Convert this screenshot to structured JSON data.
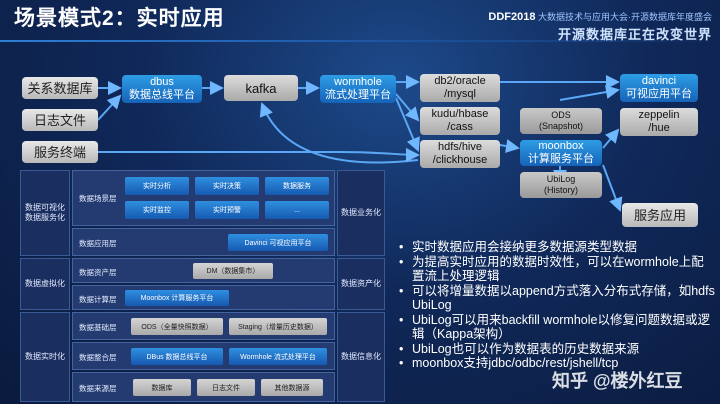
{
  "header": {
    "title": "场景模式2：实时应用",
    "logo_top": "DDF2018",
    "logo_top_detail": "大数据技术与应用大会·开源数据库年度盛会",
    "logo_sub": "开源数据库正在改变世界"
  },
  "sources": {
    "rdb": "关系数据库",
    "logs": "日志文件",
    "service": "服务终端"
  },
  "pipeline": {
    "dbus": "dbus\n数据总线平台",
    "kafka": "kafka",
    "wormhole": "wormhole\n流式处理平台",
    "db2": "db2/oracle\n/mysql",
    "kudu": "kudu/hbase\n/cass",
    "hdfs": "hdfs/hive\n/clickhouse",
    "ods": "ODS\n(Snapshot)",
    "moonbox": "moonbox\n计算服务平台",
    "ubilog": "UbiLog\n(History)",
    "davinci": "davinci\n可视应用平台",
    "zeppelin": "zeppelin\n/hue",
    "service_app": "服务应用"
  },
  "arch": {
    "side_left": [
      "数据可视化\n数据服务化",
      "数据虚拟化",
      "数据实时化"
    ],
    "side_right": [
      "数据业务化",
      "数据资产化",
      "数据信息化"
    ],
    "layers": {
      "scene": "数据场景层",
      "app": "数据应用层",
      "asset": "数据资产层",
      "compute": "数据计算层",
      "base": "数据基础层",
      "integrate": "数据整合层",
      "source": "数据来源层"
    },
    "scene_cells": [
      "实时分析",
      "实时决策",
      "数据服务",
      "实时监控",
      "实时预警",
      "..."
    ],
    "app_cell": "Davinci 可视应用平台",
    "asset_cell": "DM（数据集市）",
    "compute_cell": "Moonbox 计算服务平台",
    "base_cells": [
      "ODS（全量快照数据）",
      "Staging（增量历史数据）"
    ],
    "integrate_cells": [
      "DBus 数据总线平台",
      "Wormhole 流式处理平台"
    ],
    "source_cells": [
      "数据库",
      "日志文件",
      "其他数据源"
    ]
  },
  "bullets": [
    "实时数据应用会接纳更多数据源类型数据",
    "为提高实时应用的数据时效性，可以在wormhole上配置流上处理逻辑",
    "可以将增量数据以append方式落入分布式存储，如hdfs UbiLog",
    "UbiLog可以用来backfill wormhole以修复问题数据或逻辑（Kappa架构）",
    "UbiLog也可以作为数据表的历史数据来源",
    "moonbox支持jdbc/odbc/rest/jshell/tcp"
  ],
  "watermark": "知乎 @楼外红豆"
}
